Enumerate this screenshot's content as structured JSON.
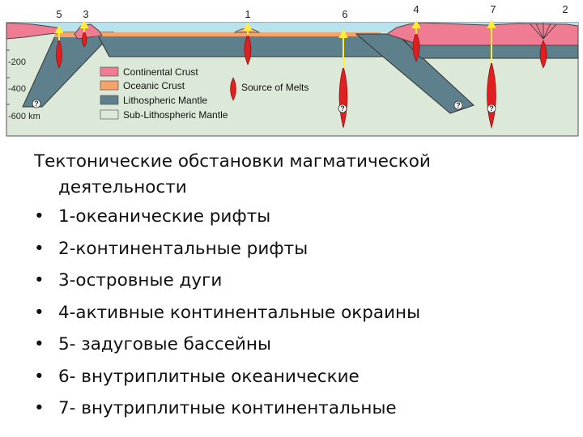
{
  "diagram": {
    "site_numbers": [
      "5",
      "3",
      "1",
      "6",
      "4",
      "7",
      "2"
    ],
    "depth_labels": [
      "-200",
      "-400",
      "-600 km"
    ],
    "legend": {
      "continental_crust": "Continental Crust",
      "oceanic_crust": "Oceanic Crust",
      "lithospheric_mantle": "Lithospheric Mantle",
      "sub_lithospheric_mantle": "Sub-Lithospheric Mantle",
      "source_of_melts": "Source of Melts"
    },
    "unknown_mark": "?",
    "colors": {
      "continental_crust": "#f07c93",
      "oceanic_crust": "#f5a36a",
      "lithospheric_mantle": "#5e7f8c",
      "sub_lithospheric_mantle": "#dde9d8",
      "melt": "#e02020",
      "arrow": "#ffee33",
      "water": "#b9e3ec"
    }
  },
  "text": {
    "heading_line1": "Тектонические обстановки магматической",
    "heading_line2": "деятельности",
    "items": [
      "1-океанические рифты",
      "2-континентальные рифты",
      "3-островные дуги",
      "4-активные континентальные окраины",
      "5- задуговые бассейны",
      "6- внутриплитные океанические",
      "7- внутриплитные континентальные"
    ]
  }
}
